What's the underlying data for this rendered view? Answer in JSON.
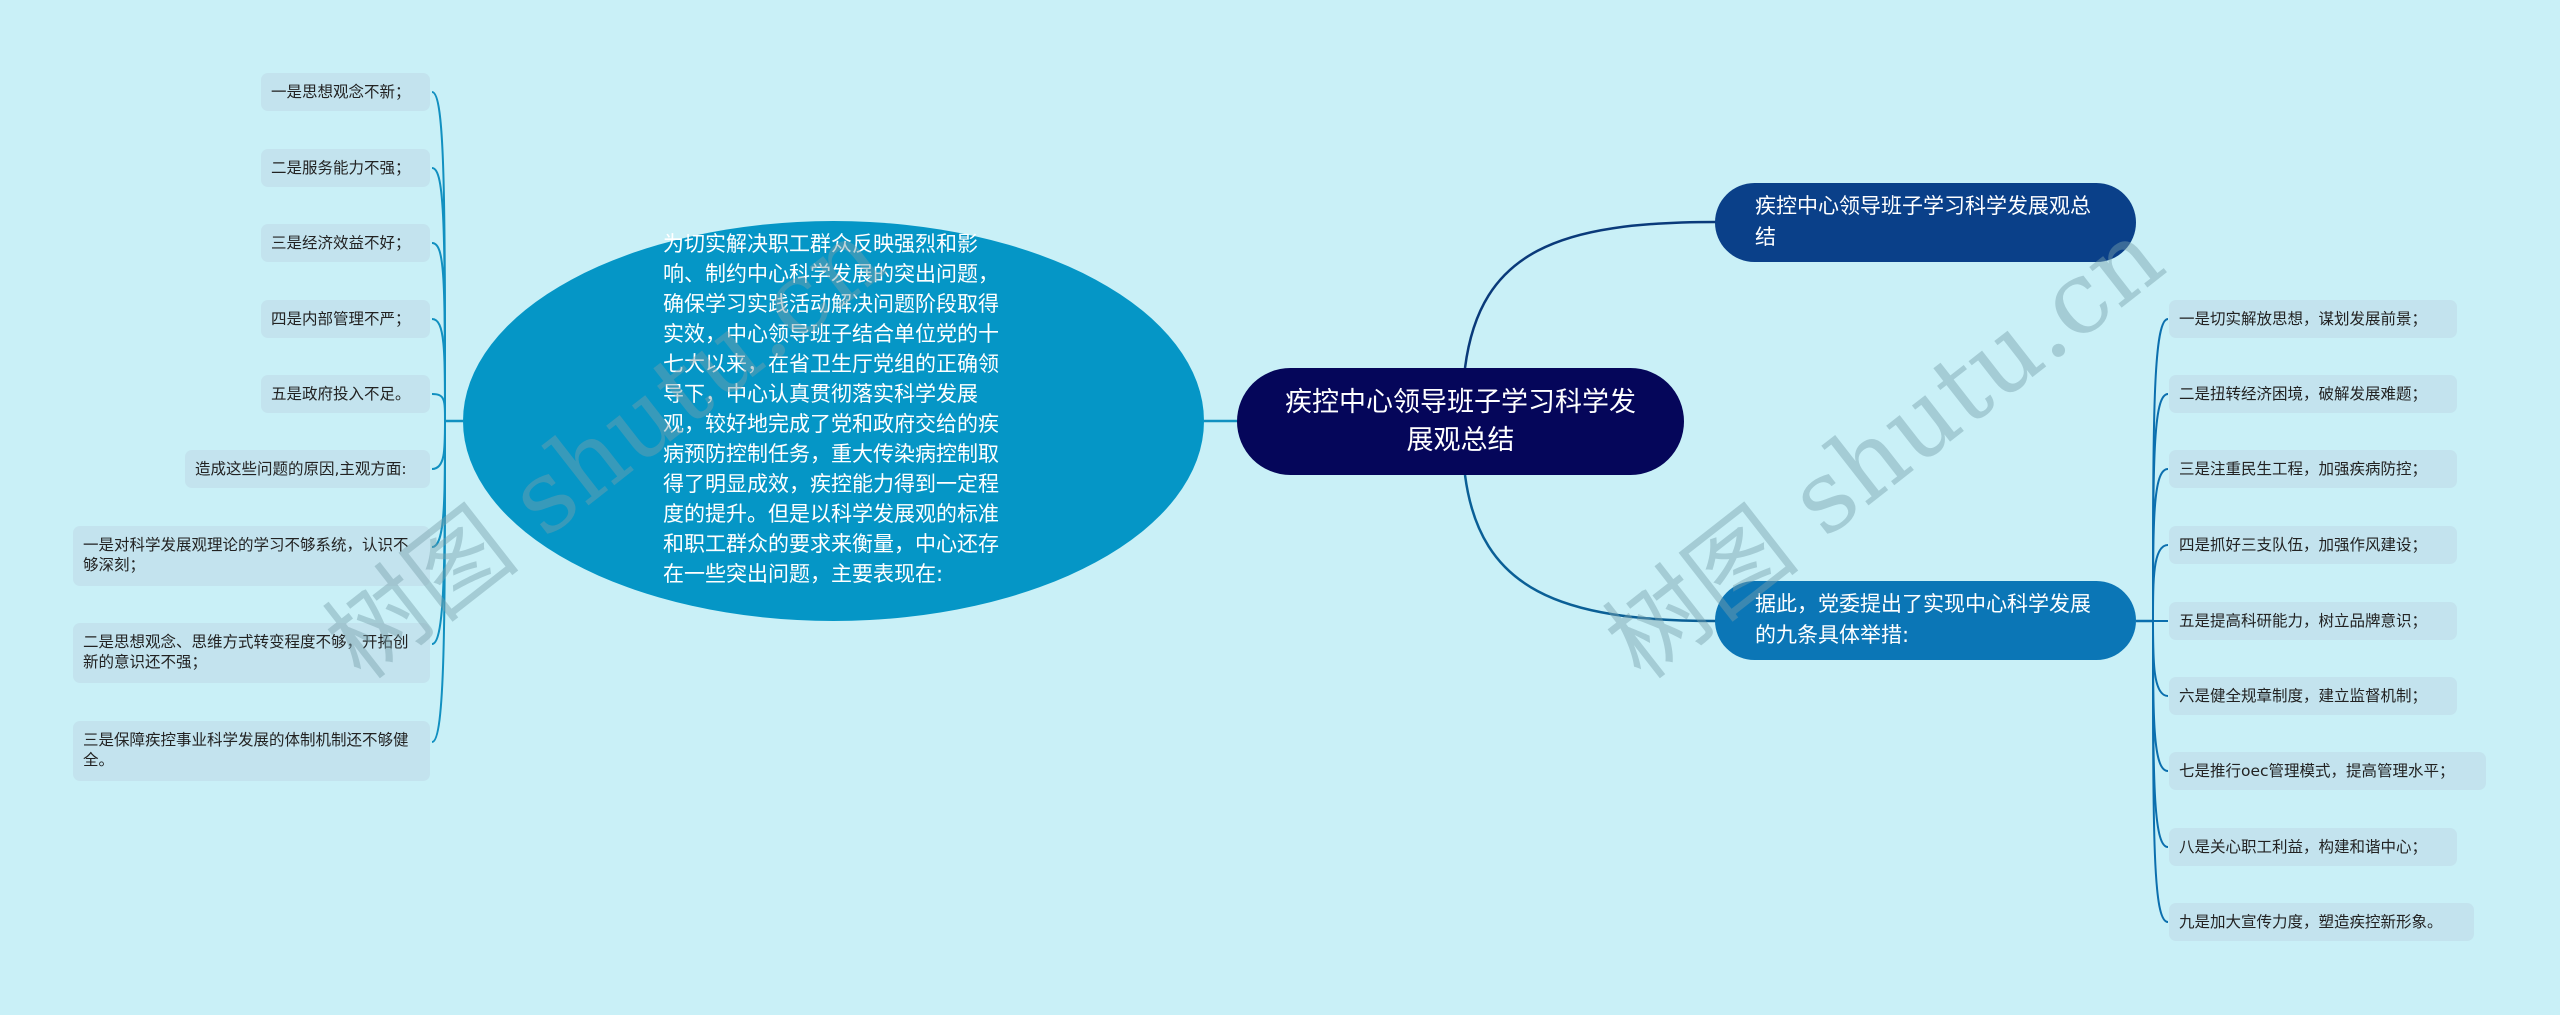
{
  "colors": {
    "background": "#c9f0f7",
    "center_node": "#05065a",
    "branch_top": "#0a4089",
    "branch_bottom": "#0b76b6",
    "left_node": "#0596c6",
    "leaf_bg": "#c3e3ee",
    "line_dark": "#0a3a7a",
    "line_left": "#1190c0",
    "line_right": "#0b6fae"
  },
  "center": {
    "title": "疾控中心领导班子学习科学发展观总结"
  },
  "right_branches": [
    {
      "label": "疾控中心领导班子学习科学发展观总结",
      "children": []
    },
    {
      "label": "据此，党委提出了实现中心科学发展的九条具体举措:",
      "children": [
        "一是切实解放思想，谋划发展前景；",
        "二是扭转经济困境，破解发展难题；",
        "三是注重民生工程，加强疾病防控；",
        "四是抓好三支队伍，加强作风建设；",
        "五是提高科研能力，树立品牌意识；",
        "六是健全规章制度，建立监督机制；",
        "七是推行oec管理模式，提高管理水平；",
        "八是关心职工利益，构建和谐中心；",
        "九是加大宣传力度，塑造疾控新形象。"
      ]
    }
  ],
  "left_branch": {
    "label": "为切实解决职工群众反映强烈和影响、制约中心科学发展的突出问题，确保学习实践活动解决问题阶段取得实效，中心领导班子结合单位党的十七大以来，在省卫生厅党组的正确领导下，中心认真贯彻落实科学发展观，较好地完成了党和政府交给的疾病预防控制任务，重大传染病控制取得了明显成效，疾控能力得到一定程度的提升。但是以科学发展观的标准和职工群众的要求来衡量，中心还存在一些突出问题，主要表现在:",
    "children": [
      "一是思想观念不新；",
      "二是服务能力不强；",
      "三是经济效益不好；",
      "四是内部管理不严；",
      "五是政府投入不足。",
      "造成这些问题的原因,主观方面:",
      "一是对科学发展观理论的学习不够系统，认识不够深刻；",
      "二是思想观念、思维方式转变程度不够，开拓创新的意识还不强；",
      "三是保障疾控事业科学发展的体制机制还不够健全。"
    ]
  },
  "watermarks": [
    "树图 shutu.cn",
    "树图 shutu.cn"
  ]
}
